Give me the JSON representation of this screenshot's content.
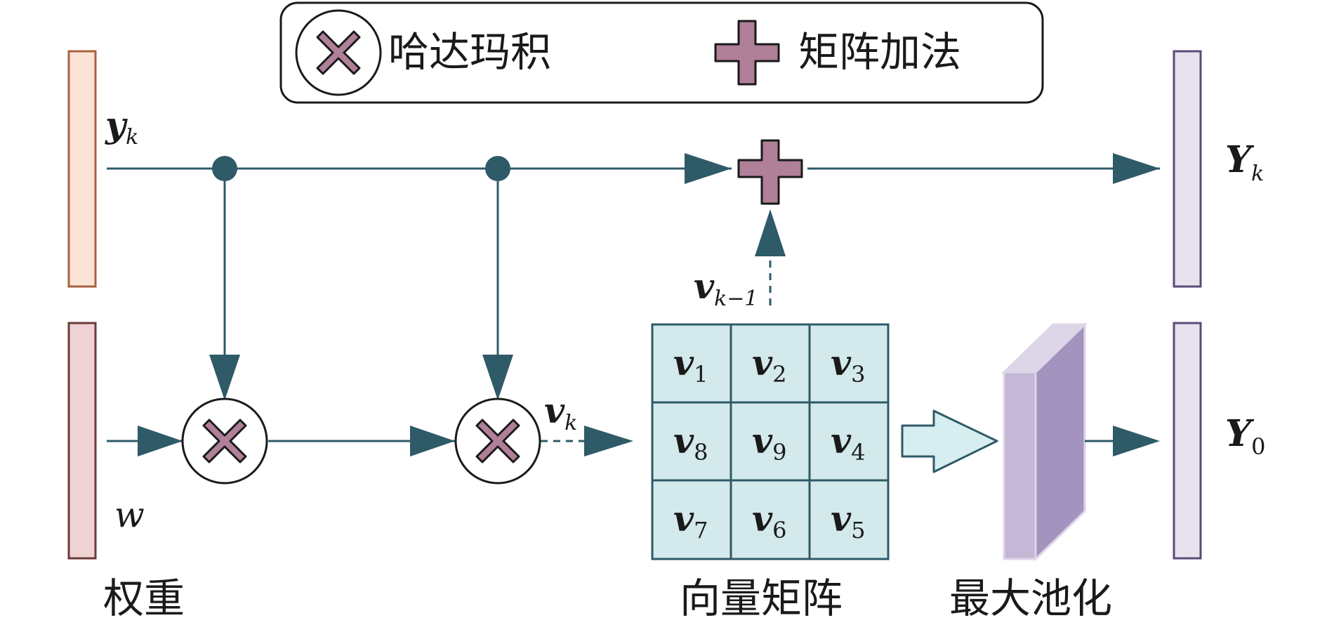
{
  "legend": {
    "hadamard_label": "哈达玛积",
    "matrix_add_label": "矩阵加法"
  },
  "labels": {
    "weights": "权重",
    "vector_matrix": "向量矩阵",
    "max_pooling": "最大池化"
  },
  "symbols": {
    "y_k": {
      "base": "y",
      "sub": "k"
    },
    "w": {
      "base": "w"
    },
    "Y_k": {
      "base": "Y",
      "sub": "k"
    },
    "Y_0": {
      "base": "Y",
      "sub": "0"
    },
    "v_k": {
      "base": "v",
      "sub": "k"
    },
    "v_k_minus_1": {
      "base": "v",
      "sub": "k−1"
    }
  },
  "matrix_cells": [
    [
      {
        "base": "v",
        "sub": "1"
      },
      {
        "base": "v",
        "sub": "2"
      },
      {
        "base": "v",
        "sub": "3"
      }
    ],
    [
      {
        "base": "v",
        "sub": "8"
      },
      {
        "base": "v",
        "sub": "9"
      },
      {
        "base": "v",
        "sub": "4"
      }
    ],
    [
      {
        "base": "v",
        "sub": "7"
      },
      {
        "base": "v",
        "sub": "6"
      },
      {
        "base": "v",
        "sub": "5"
      }
    ]
  ],
  "colors": {
    "line": "#2f5a68",
    "operator_fill": "#b07f98",
    "weight_bar_fill": "#efd2d4",
    "weight_bar_stroke": "#6b3a3a",
    "input_bar_fill": "#fbe3d6",
    "input_bar_stroke": "#a8623f",
    "output_bar_fill": "#e8e2ee",
    "output_bar_stroke": "#5c4a78",
    "matrix_fill": "#d3e9ec",
    "matrix_stroke": "#2f5a68",
    "pool_front": "#c5b8d6",
    "pool_side": "#a394bf",
    "pool_top": "#ddd5e8",
    "arrow_fill": "#d7eef0"
  }
}
